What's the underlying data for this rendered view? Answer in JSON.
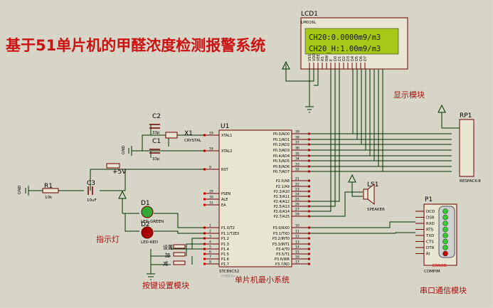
{
  "title": "基于51单片机的甲醛浓度检测报警系统",
  "lcd": {
    "ref": "LCD1",
    "model": "LM016L",
    "text_tag": "<TEXT>",
    "line1": "CH20:0.0000m9/m3",
    "line2": "CH20_H:1.00m9/m3",
    "pins": [
      "VSS",
      "VDD",
      "VEE",
      "RS",
      "RW",
      "E",
      "D0",
      "D1",
      "D2",
      "D3",
      "D4",
      "D5",
      "D6",
      "D7"
    ]
  },
  "labels": {
    "display_module": "显示模块",
    "indicator": "指示灯",
    "key_module": "按键设置模块",
    "mcu_system": "单片机最小系统",
    "uart_module": "串口通信模块",
    "plus5v": "+5V",
    "gnd": "GND",
    "text_tag": "<TEXT>"
  },
  "mcu": {
    "ref": "U1",
    "model": "STC89C52",
    "left_pins": [
      {
        "num": "19",
        "name": "XTAL1"
      },
      {
        "num": "18",
        "name": "XTAL2"
      },
      {
        "num": "9",
        "name": "RST"
      },
      {
        "num": "29",
        "name": "PSEN"
      },
      {
        "num": "30",
        "name": "ALE"
      },
      {
        "num": "31",
        "name": "EA"
      },
      {
        "num": "1",
        "name": "P1.0/T2"
      },
      {
        "num": "2",
        "name": "P1.1/T2EX"
      },
      {
        "num": "3",
        "name": "P1.2"
      },
      {
        "num": "4",
        "name": "P1.3"
      },
      {
        "num": "5",
        "name": "P1.4"
      },
      {
        "num": "6",
        "name": "P1.5"
      },
      {
        "num": "7",
        "name": "P1.6"
      },
      {
        "num": "8",
        "name": "P1.7"
      }
    ],
    "right_pins": [
      {
        "num": "39",
        "name": "P0.0/AD0"
      },
      {
        "num": "38",
        "name": "P0.1/AD1"
      },
      {
        "num": "37",
        "name": "P0.2/AD2"
      },
      {
        "num": "36",
        "name": "P0.3/AD3"
      },
      {
        "num": "35",
        "name": "P0.4/AD4"
      },
      {
        "num": "34",
        "name": "P0.5/AD5"
      },
      {
        "num": "33",
        "name": "P0.6/AD6"
      },
      {
        "num": "32",
        "name": "P0.7/AD7"
      },
      {
        "num": "21",
        "name": "P2.0/A8"
      },
      {
        "num": "22",
        "name": "P2.1/A9"
      },
      {
        "num": "23",
        "name": "P2.2/A10"
      },
      {
        "num": "24",
        "name": "P2.3/A11"
      },
      {
        "num": "25",
        "name": "P2.4/A12"
      },
      {
        "num": "26",
        "name": "P2.5/A13"
      },
      {
        "num": "27",
        "name": "P2.6/A14"
      },
      {
        "num": "28",
        "name": "P2.7/A15"
      },
      {
        "num": "10",
        "name": "P3.0/RXD"
      },
      {
        "num": "11",
        "name": "P3.1/TXD"
      },
      {
        "num": "12",
        "name": "P3.2/INT0"
      },
      {
        "num": "13",
        "name": "P3.3/INT1"
      },
      {
        "num": "14",
        "name": "P3.4/T0"
      },
      {
        "num": "15",
        "name": "P3.5/T1"
      },
      {
        "num": "16",
        "name": "P3.6/WR"
      },
      {
        "num": "17",
        "name": "P3.7/RD"
      }
    ]
  },
  "components": {
    "c2": {
      "ref": "C2",
      "value": "33p"
    },
    "c1": {
      "ref": "C1",
      "value": "33p"
    },
    "x1": {
      "ref": "X1",
      "value": "CRYSTAL"
    },
    "r1": {
      "ref": "R1",
      "value": "10k"
    },
    "c3": {
      "ref": "C3",
      "value": "10uF"
    },
    "d1": {
      "ref": "D1",
      "value": "LED-GREEN"
    },
    "d2": {
      "ref": "D2",
      "value": "LED-RED"
    },
    "k1": {
      "ref": "设置"
    },
    "k2": {
      "ref": "加"
    },
    "k3": {
      "ref": "减"
    },
    "ls1": {
      "ref": "LS1",
      "value": "SPEAKER"
    },
    "rp1": {
      "ref": "RP1",
      "value": "RESPACK-8"
    },
    "p1": {
      "ref": "P1",
      "value": "COMPIM",
      "error": "ERROR",
      "pins": [
        "DCD",
        "DSR",
        "RXD",
        "RTS",
        "TXD",
        "CTS",
        "DTR",
        "RI"
      ]
    }
  },
  "colors": {
    "background": "#d8d6c8",
    "grid": "#c9c7b8",
    "wire": "#003300",
    "component": "#6b0000",
    "body_fill": "#e8e6d2",
    "lcd_fill": "#a8c818",
    "lcd_text": "#101810",
    "title": "#cc1111",
    "label_red": "#aa1111",
    "pin_red": "#cc0000",
    "pin_blue": "#2222cc",
    "led_green": "#33aa33",
    "led_red": "#aa0000"
  }
}
